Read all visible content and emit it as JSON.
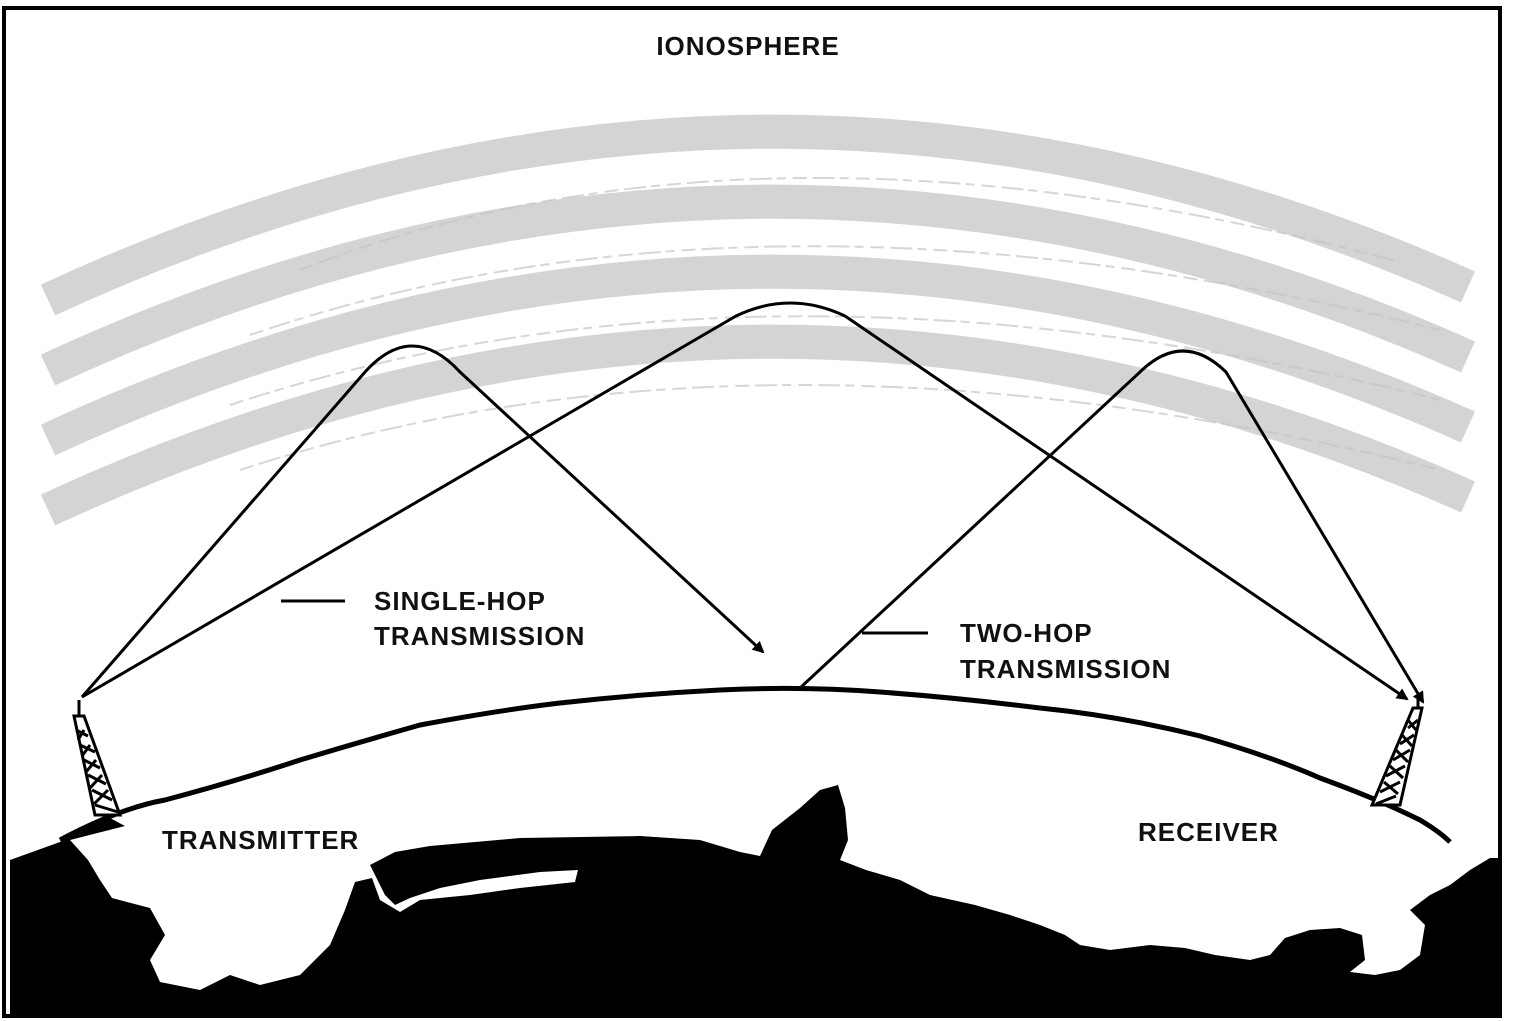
{
  "figure": {
    "ionosphere_label": "IONOSPHERE",
    "single_hop_label": [
      "SINGLE-HOP",
      "TRANSMISSION"
    ],
    "two_hop_label": [
      "TWO-HOP",
      "TRANSMISSION"
    ],
    "transmitter_label": "TRANSMITTER",
    "receiver_label": "RECEIVER"
  },
  "colors": {
    "ink": "#000000",
    "ionosphere_band": "#d4d4d4",
    "background": "#ffffff"
  }
}
